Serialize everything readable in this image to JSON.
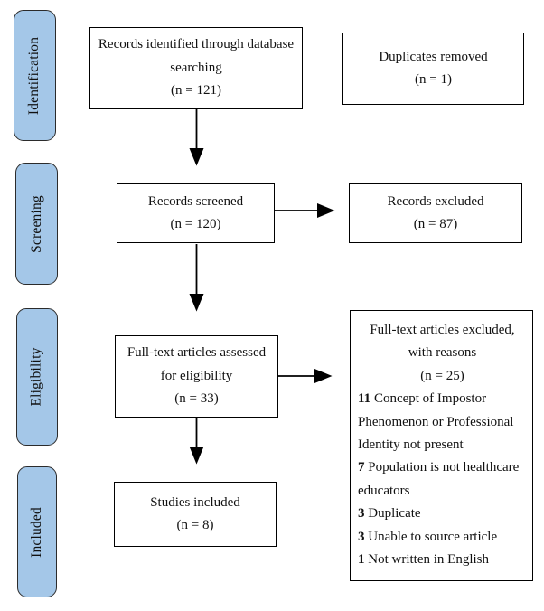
{
  "stages": [
    {
      "label": "Identification"
    },
    {
      "label": "Screening"
    },
    {
      "label": "Eligibility"
    },
    {
      "label": "Included"
    }
  ],
  "boxes": {
    "identified": {
      "lines": [
        "Records identified through database",
        "searching",
        "(n = 121)"
      ]
    },
    "duplicates": {
      "lines": [
        "Duplicates removed",
        "(n = 1)"
      ]
    },
    "screened": {
      "lines": [
        "Records screened",
        "(n = 120)"
      ]
    },
    "excluded": {
      "lines": [
        "Records excluded",
        "(n = 87)"
      ]
    },
    "fulltext": {
      "lines": [
        "Full-text articles assessed",
        "for eligibility",
        "(n = 33)"
      ]
    },
    "fulltext_excluded": {
      "header": [
        "Full-text articles excluded,",
        "with reasons",
        "(n = 25)"
      ],
      "reasons": [
        {
          "count": "11",
          "text": "Concept of Impostor Phenomenon or Professional Identity not present"
        },
        {
          "count": "7",
          "text": "Population is not healthcare educators"
        },
        {
          "count": "3",
          "text": "Duplicate"
        },
        {
          "count": "3",
          "text": "Unable to source article"
        },
        {
          "count": "1",
          "text": "Not written in English"
        }
      ]
    },
    "included": {
      "lines": [
        "Studies included",
        "(n = 8)"
      ]
    }
  },
  "colors": {
    "stage_fill": "#a4c7e8",
    "stage_border": "#2b2b2b",
    "box_border": "#000000",
    "arrow": "#000000",
    "background": "#ffffff"
  }
}
